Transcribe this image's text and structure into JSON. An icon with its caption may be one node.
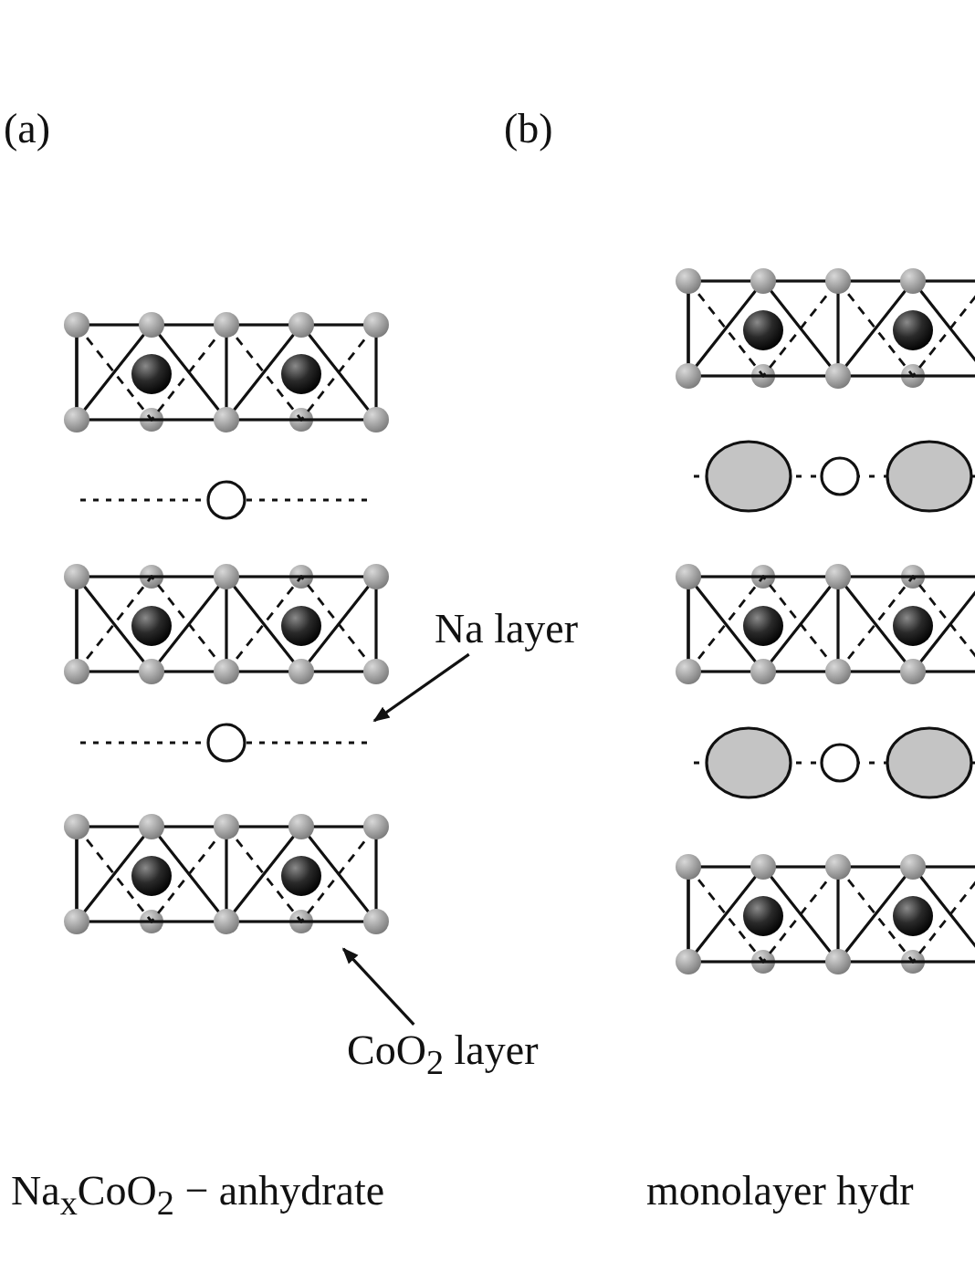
{
  "diagram": {
    "nodes": [
      {
        "text": [
          "Na layer"
        ]
      },
      {
        "text": [],
        "shape": "bar"
      },
      {
        "text": [
          "CoO$_{2}$ layer"
        ]
      },
      {
        "text": [],
        "shape": "box"
      }
    ],
    "edges": [
      {
        "from": 0,
        "to": 1,
        "arrow": "to"
      },
      {
        "from": 2,
        "to": 3,
        "arrow": "to"
      }
    ],
    "labels": [
      "(a)",
      "(b)",
      "Na$_{x}$CoO$_{2}$ − anhydrate",
      "monolayer hydr"
    ]
  }
}
